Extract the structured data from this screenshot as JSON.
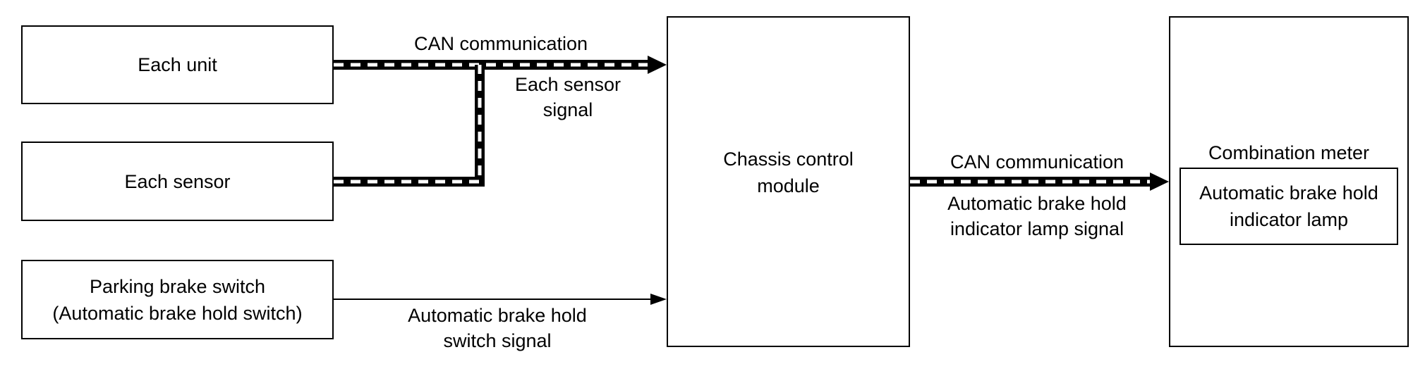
{
  "blocks": {
    "each_unit": "Each unit",
    "each_sensor": "Each sensor",
    "parking_brake_switch": "Parking brake switch\n(Automatic brake hold switch)",
    "chassis_control_module": "Chassis control\nmodule",
    "combination_meter": "Combination meter",
    "indicator_lamp": "Automatic brake hold\nindicator lamp"
  },
  "signals": {
    "can_in": "CAN communication",
    "each_sensor_signal": "Each sensor\nsignal",
    "hold_switch_signal": "Automatic brake hold\nswitch signal",
    "can_out": "CAN communication",
    "indicator_lamp_signal": "Automatic brake hold\nindicator lamp signal"
  },
  "colors": {
    "line": "#000000",
    "background": "#ffffff"
  }
}
